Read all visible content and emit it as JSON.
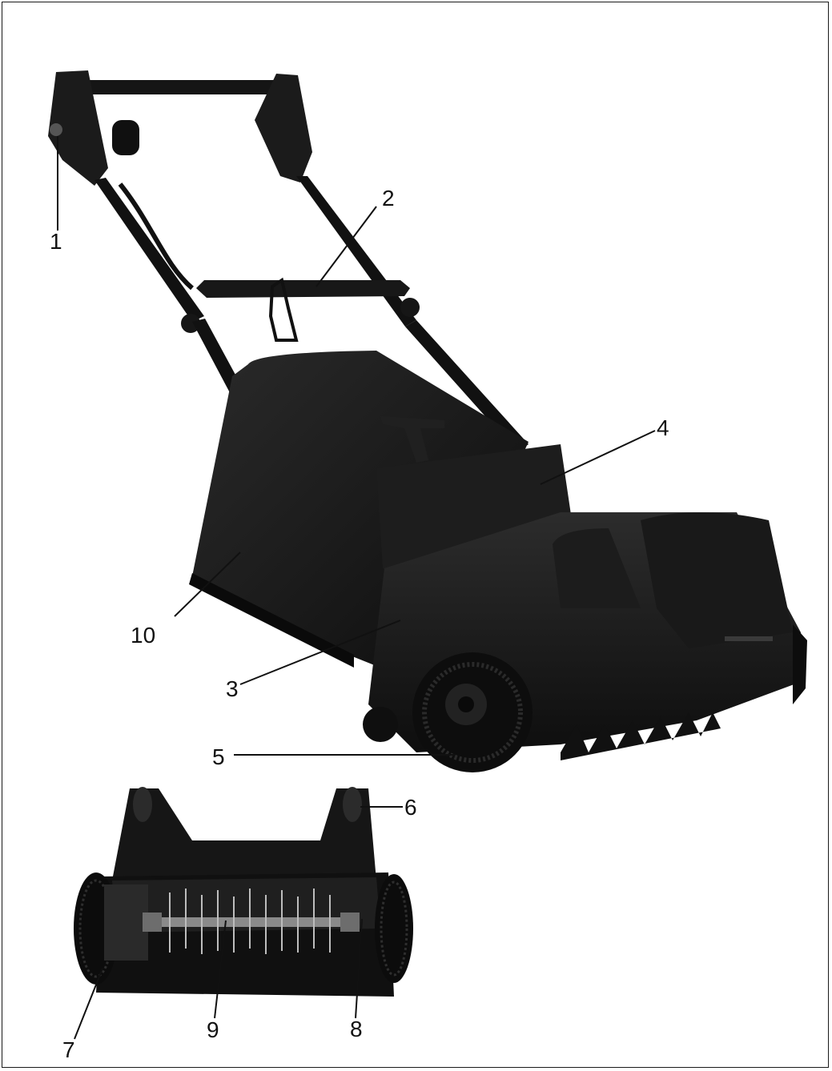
{
  "callouts": {
    "n1": "1",
    "n2": "2",
    "n3": "3",
    "n4": "4",
    "n5": "5",
    "n6": "6",
    "n7": "7",
    "n8": "8",
    "n9": "9",
    "n10": "10"
  },
  "colors": {
    "machine_body": "#141414",
    "machine_highlight": "#3a3a3a",
    "line": "#111111",
    "background": "#ffffff"
  }
}
